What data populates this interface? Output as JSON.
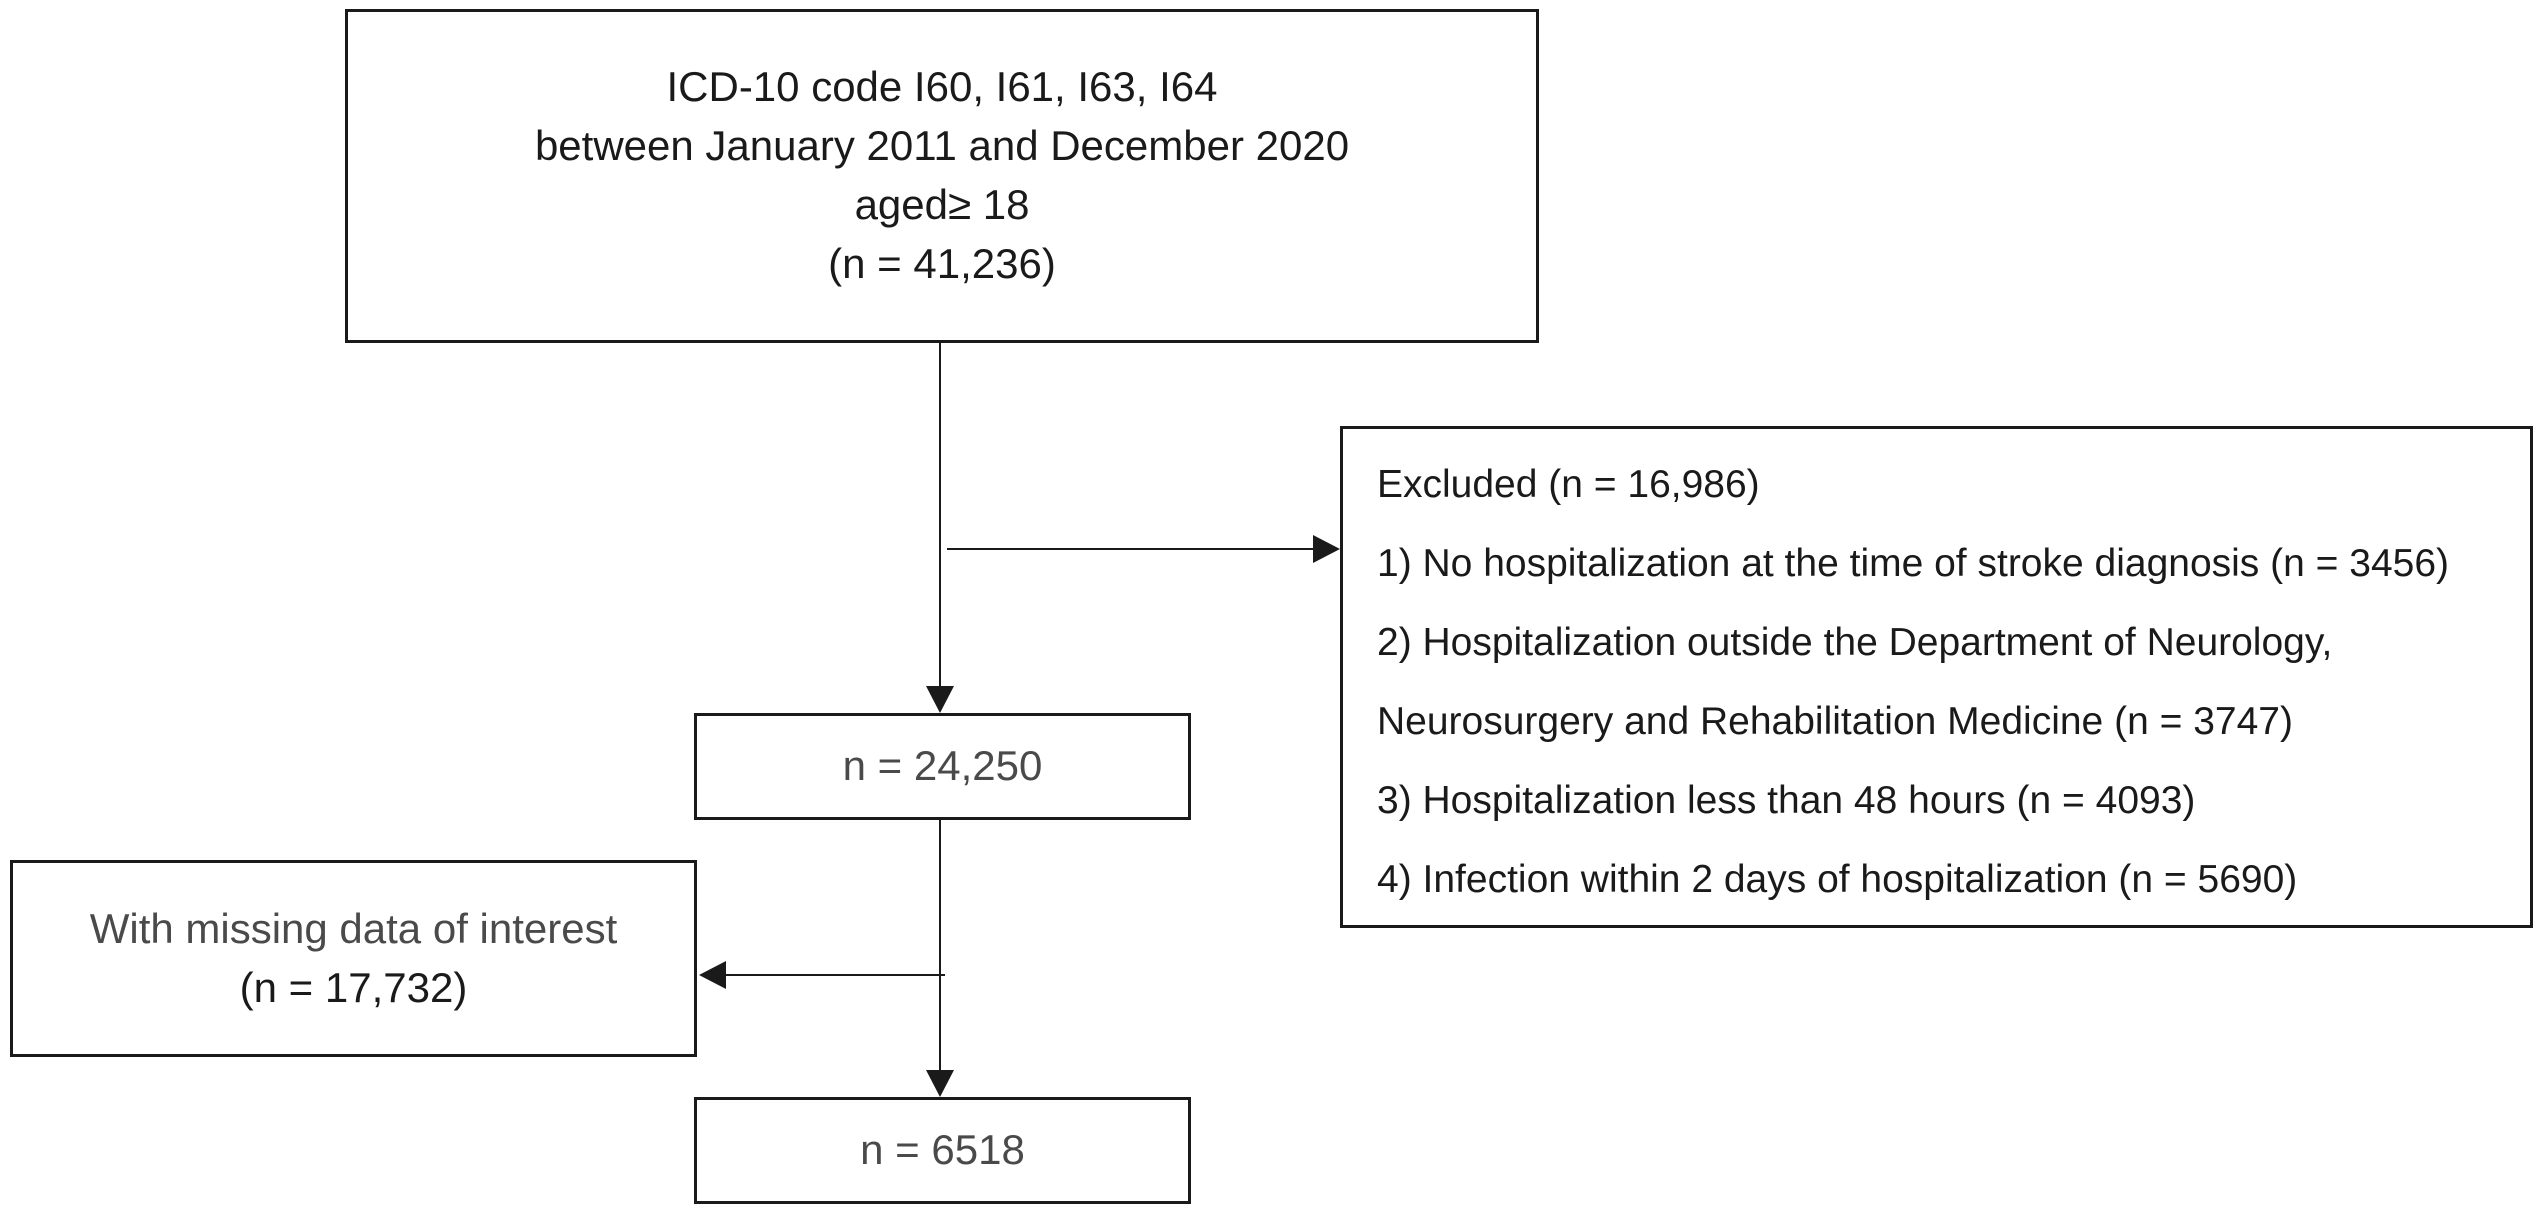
{
  "top_box": {
    "lines": [
      "ICD-10 code I60, I61, I63, I64",
      "between January 2011 and December 2020",
      "aged≥ 18",
      "(n = 41,236)"
    ]
  },
  "middle_box": {
    "text": "n = 24,250"
  },
  "final_box": {
    "text": "n = 6518"
  },
  "missing_box": {
    "lines": [
      "With missing data of interest",
      "(n = 17,732)"
    ]
  },
  "excluded_box": {
    "lines": [
      "Excluded (n = 16,986)",
      "1) No hospitalization at the time of stroke diagnosis (n = 3456)",
      "2) Hospitalization outside the Department of Neurology,",
      "Neurosurgery and Rehabilitation Medicine (n = 3747)",
      "3) Hospitalization less than 48 hours (n = 4093)",
      "4) Infection within 2 days of hospitalization (n = 5690)"
    ]
  },
  "colors": {
    "stroke": "#1a1a1a",
    "muted_text": "#4a4a4a"
  }
}
